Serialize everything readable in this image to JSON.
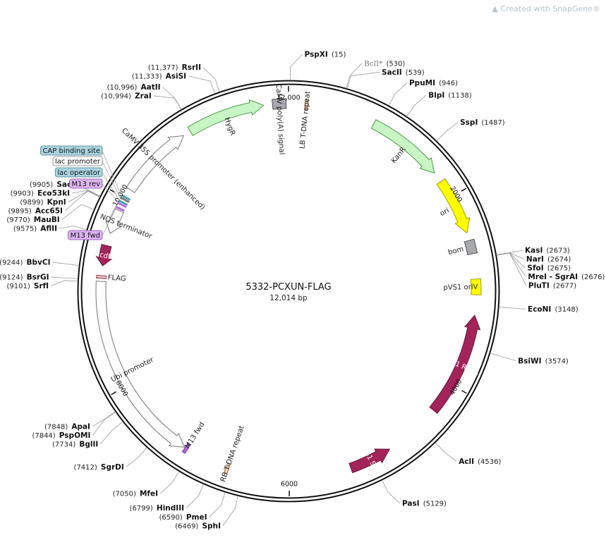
{
  "watermark": "Created with SnapGene®",
  "plasmid": {
    "name": "5332-PCXUN-FLAG",
    "size_label": "12,014 bp",
    "length": 12014
  },
  "ticks": [
    {
      "pos": 0,
      "label": "12,000"
    },
    {
      "pos": 2000,
      "label": "2000"
    },
    {
      "pos": 4000,
      "label": "4000"
    },
    {
      "pos": 6000,
      "label": "6000"
    },
    {
      "pos": 8000,
      "label": "8000"
    },
    {
      "pos": 10000,
      "label": "10,000"
    }
  ],
  "features": [
    {
      "name": "HygR",
      "type": "arrow",
      "start": 10960,
      "end": 11760,
      "dir": 1,
      "color": "#c8f5c4",
      "stroke": "#4a9a4a",
      "label_inside": false
    },
    {
      "name": "CaMV poly(A) signal",
      "type": "box",
      "start": 11850,
      "end": 11990,
      "dir": 0,
      "color": "#a7a9ac",
      "stroke": "#555555"
    },
    {
      "name": "LB T-DNA repeat",
      "type": "box",
      "start": 170,
      "end": 196,
      "dir": 0,
      "color": "#f2d3b3",
      "stroke": "#8a6a4a"
    },
    {
      "name": "KanR",
      "type": "arrow",
      "start": 900,
      "end": 1700,
      "dir": 1,
      "color": "#c8f5c4",
      "stroke": "#4a9a4a"
    },
    {
      "name": "ori",
      "type": "arrow",
      "start": 1810,
      "end": 2400,
      "dir": 1,
      "color": "#ffff00",
      "stroke": "#a59a00"
    },
    {
      "name": "bom",
      "type": "box",
      "start": 2480,
      "end": 2620,
      "dir": 0,
      "color": "#a7a9ac",
      "stroke": "#555555"
    },
    {
      "name": "pVS1 oriV",
      "type": "box",
      "start": 2880,
      "end": 3040,
      "dir": 0,
      "color": "#ffff00",
      "stroke": "#a59a00"
    },
    {
      "name": "pVS1 RepA",
      "type": "arrow",
      "start": 3250,
      "end": 4320,
      "dir": -1,
      "color": "#a3245a",
      "stroke": "#6a1438"
    },
    {
      "name": "pVS1 StaA",
      "type": "arrow",
      "start": 4920,
      "end": 5360,
      "dir": -1,
      "color": "#a3245a",
      "stroke": "#6a1438"
    },
    {
      "name": "RB T-DNA repeat",
      "type": "box",
      "start": 6630,
      "end": 6656,
      "dir": 0,
      "color": "#f2d3b3",
      "stroke": "#8a6a4a"
    },
    {
      "name": "M13 fwd",
      "type": "box",
      "start": 7100,
      "end": 7117,
      "dir": 0,
      "color": "#b46ce0",
      "stroke": "#6a2a90"
    },
    {
      "name": "Ubi promoter",
      "type": "arrow",
      "start": 7130,
      "end": 9110,
      "dir": -1,
      "color": "#ffffff",
      "stroke": "#777777"
    },
    {
      "name": "FLAG",
      "type": "box",
      "start": 9140,
      "end": 9170,
      "dir": 0,
      "color": "#e8b0b8",
      "stroke": "#8a4a5a"
    },
    {
      "name": "ccdB",
      "type": "arrow",
      "start": 9270,
      "end": 9480,
      "dir": -1,
      "color": "#a3245a",
      "stroke": "#6a1438"
    },
    {
      "name": "NOS terminator",
      "type": "arrow",
      "start": 9610,
      "end": 9860,
      "dir": -1,
      "color": "#ffffff",
      "stroke": "#777777"
    },
    {
      "name": "CaMV 35S promoter (enhanced)",
      "type": "arrow",
      "start": 10100,
      "end": 10880,
      "dir": 1,
      "color": "#ffffff",
      "stroke": "#777777"
    }
  ],
  "small_features": [
    {
      "name": "M13 fwd",
      "pos": 9880,
      "color": "#b46ce0"
    },
    {
      "name": "M13 rev",
      "pos": 9925,
      "color": "#b46ce0"
    },
    {
      "name": "lac operator",
      "pos": 9950,
      "color": "#4a9fb0"
    },
    {
      "name": "lac promoter",
      "pos": 9985,
      "color": "#ffffff"
    },
    {
      "name": "CAP binding site",
      "pos": 10010,
      "color": "#4a9fb0"
    }
  ],
  "box_labels": [
    {
      "text": "CAP binding site",
      "fill": "#a9d4df",
      "stroke": "#4a8090"
    },
    {
      "text": "lac promoter",
      "fill": "#ffffff",
      "stroke": "#777777"
    },
    {
      "text": "lac operator",
      "fill": "#a9d4df",
      "stroke": "#4a8090"
    },
    {
      "text": "M13 rev",
      "fill": "#dcb4f0",
      "stroke": "#8a4ab0"
    },
    {
      "text": "M13 fwd",
      "fill": "#dcb4f0",
      "stroke": "#8a4ab0"
    }
  ],
  "sites": [
    {
      "name": "PspXI",
      "pos_label": "(15)",
      "pos": 15
    },
    {
      "name": "BclI*",
      "pos_label": "(530)",
      "pos": 530,
      "nonunique": true
    },
    {
      "name": "SacII",
      "pos_label": "(539)",
      "pos": 539
    },
    {
      "name": "PpuMI",
      "pos_label": "(946)",
      "pos": 946
    },
    {
      "name": "BlpI",
      "pos_label": "(1138)",
      "pos": 1138
    },
    {
      "name": "SspI",
      "pos_label": "(1487)",
      "pos": 1487
    },
    {
      "name": "KasI",
      "pos_label": "(2673)",
      "pos": 2673
    },
    {
      "name": "NarI",
      "pos_label": "(2674)",
      "pos": 2674
    },
    {
      "name": "SfoI",
      "pos_label": "(2675)",
      "pos": 2675
    },
    {
      "name": "MreI - SgrAI",
      "pos_label": "(2676)",
      "pos": 2676
    },
    {
      "name": "PluTI",
      "pos_label": "(2677)",
      "pos": 2677
    },
    {
      "name": "EcoNI",
      "pos_label": "(3148)",
      "pos": 3148
    },
    {
      "name": "BsiWI",
      "pos_label": "(3574)",
      "pos": 3574
    },
    {
      "name": "AclI",
      "pos_label": "(4536)",
      "pos": 4536
    },
    {
      "name": "PasI",
      "pos_label": "(5129)",
      "pos": 5129
    },
    {
      "name": "SphI",
      "pos_label": "(6469)",
      "pos": 6469
    },
    {
      "name": "PmeI",
      "pos_label": "(6590)",
      "pos": 6590
    },
    {
      "name": "HindIII",
      "pos_label": "(6799)",
      "pos": 6799
    },
    {
      "name": "MfeI",
      "pos_label": "(7050)",
      "pos": 7050
    },
    {
      "name": "SgrDI",
      "pos_label": "(7412)",
      "pos": 7412
    },
    {
      "name": "BglII",
      "pos_label": "(7734)",
      "pos": 7734
    },
    {
      "name": "PspOMI",
      "pos_label": "(7844)",
      "pos": 7844
    },
    {
      "name": "ApaI",
      "pos_label": "(7848)",
      "pos": 7848
    },
    {
      "name": "SrfI",
      "pos_label": "(9101)",
      "pos": 9101
    },
    {
      "name": "BsrGI",
      "pos_label": "(9124)",
      "pos": 9124
    },
    {
      "name": "BbvCI",
      "pos_label": "(9244)",
      "pos": 9244
    },
    {
      "name": "AflII",
      "pos_label": "(9575)",
      "pos": 9575
    },
    {
      "name": "MauBI",
      "pos_label": "(9770)",
      "pos": 9770
    },
    {
      "name": "Acc65I",
      "pos_label": "(9895)",
      "pos": 9895
    },
    {
      "name": "KpnI",
      "pos_label": "(9899)",
      "pos": 9899
    },
    {
      "name": "Eco53kI",
      "pos_label": "(9903)",
      "pos": 9903
    },
    {
      "name": "SacI",
      "pos_label": "(9905)",
      "pos": 9905
    },
    {
      "name": "ZraI",
      "pos_label": "(10,994)",
      "pos": 10994
    },
    {
      "name": "AatII",
      "pos_label": "(10,996)",
      "pos": 10996
    },
    {
      "name": "AsiSI",
      "pos_label": "(11,333)",
      "pos": 11333
    },
    {
      "name": "RsrII",
      "pos_label": "(11,377)",
      "pos": 11377
    }
  ]
}
